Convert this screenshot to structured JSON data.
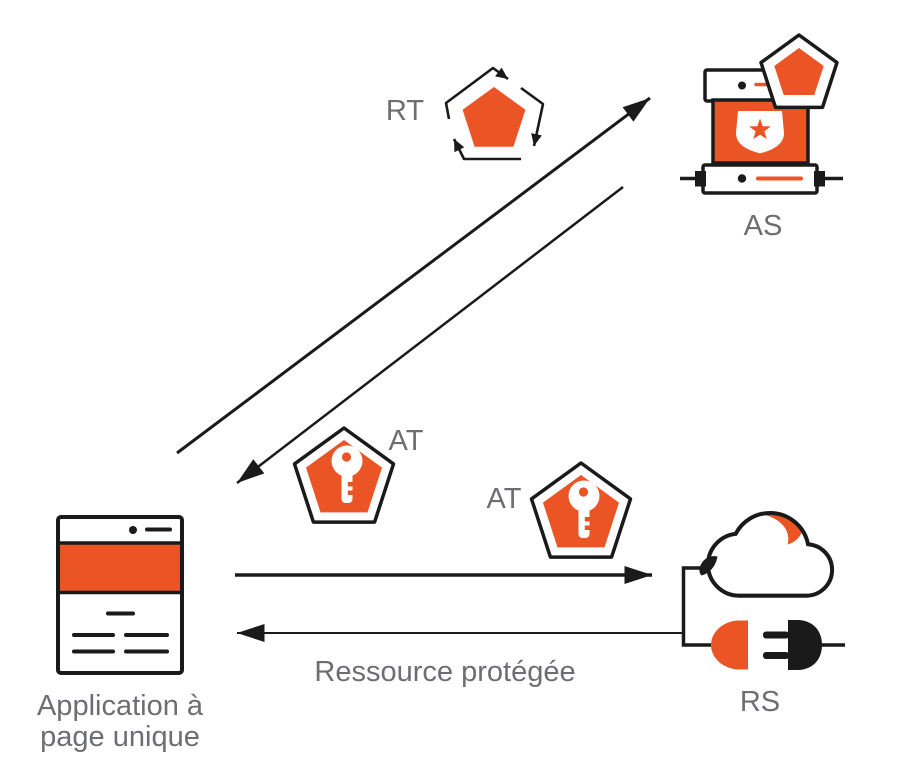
{
  "colors": {
    "accent_orange": "#EB5424",
    "line_black": "#1A1A1A",
    "label_gray": "#6D6E71",
    "bg_white": "#FFFFFF"
  },
  "nodes": {
    "spa": {
      "label_line1": "Application à",
      "label_line2": "page unique",
      "icon": "browser-window"
    },
    "auth_server": {
      "label": "AS",
      "icon": "auth0-server-stack-with-pentagon-badge"
    },
    "resource_server": {
      "label": "RS",
      "icon": "cloud-with-socket-and-plug"
    }
  },
  "tokens": {
    "refresh_token": {
      "label": "RT",
      "icon": "orange-pentagon-with-cycle-arrows"
    },
    "access_token_left": {
      "label": "AT",
      "icon": "pentagon-key-badge"
    },
    "access_token_right": {
      "label": "AT",
      "icon": "pentagon-key-badge"
    }
  },
  "flows": {
    "spa_to_as": "arrow-up-right",
    "as_to_spa": "arrow-down-left",
    "spa_to_rs": "arrow-right",
    "rs_to_spa": "arrow-left",
    "protected_resource_label": "Ressource protégée"
  }
}
